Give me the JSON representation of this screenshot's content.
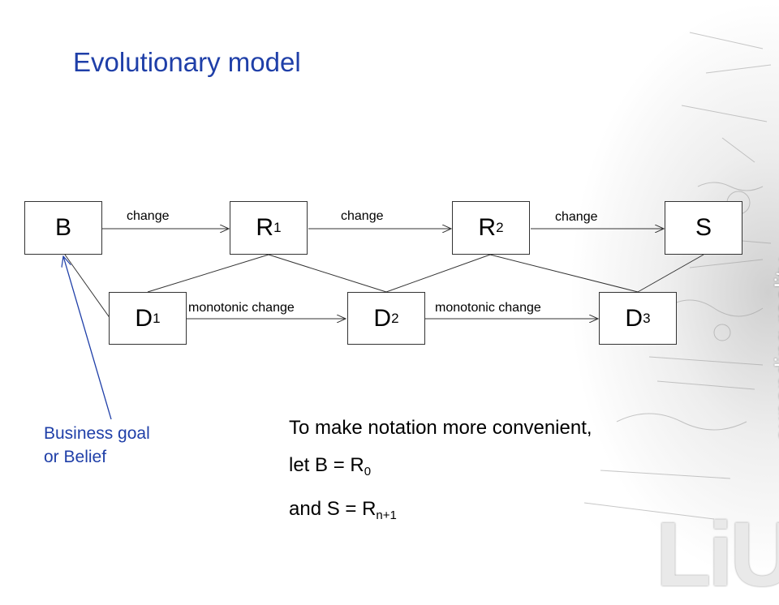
{
  "slide": {
    "title": "Evolutionary model",
    "note_line1": "Business goal",
    "note_line2": "or Belief",
    "text_line1": "To make notation more convenient,",
    "text_line2_prefix": "let B = R",
    "text_line2_sub": "0",
    "text_line3_prefix": "and S = R",
    "text_line3_sub": "n+1"
  },
  "diagram": {
    "nodes": {
      "b": {
        "label": "B",
        "sub": ""
      },
      "r1": {
        "label": "R",
        "sub": "1"
      },
      "r2": {
        "label": "R",
        "sub": "2"
      },
      "s": {
        "label": "S",
        "sub": ""
      },
      "d1": {
        "label": "D",
        "sub": "1"
      },
      "d2": {
        "label": "D",
        "sub": "2"
      },
      "d3": {
        "label": "D",
        "sub": "3"
      }
    },
    "edge_labels": {
      "b_r1": "change",
      "r1_r2": "change",
      "r2_s": "change",
      "d1_d2": "monotonic change",
      "d2_d3": "monotonic change"
    }
  },
  "brand": {
    "logo": "LiU",
    "tagline": "expanding reality"
  },
  "colors": {
    "title": "#1f3fa8",
    "note": "#1f3fa8",
    "arrow_blue": "#1f3fa8",
    "lines": "#333333"
  }
}
